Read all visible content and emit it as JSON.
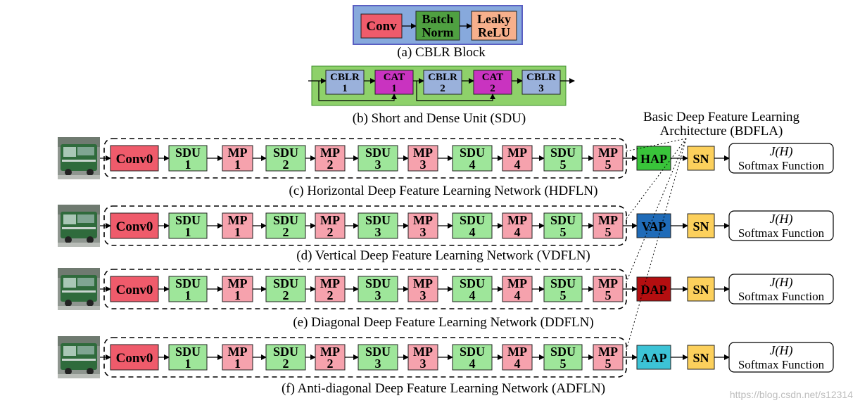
{
  "colors": {
    "conv_red": "#ef5b6b",
    "bn_green": "#4fa041",
    "relu_peach": "#f7b08c",
    "cblr_panel_bg": "#87a9dc",
    "cblr_panel_border": "#5a5fc2",
    "sdu_panel_bg": "#8ed16a",
    "cblr_blue": "#9ab1db",
    "cat_magenta": "#c933c0",
    "sdu_green": "#9ee69a",
    "mp_pink": "#f6a2ad",
    "hap_green": "#39c43a",
    "vap_blue": "#1f6bb8",
    "dap_red": "#b40e10",
    "aap_cyan": "#3cc3d6",
    "sn_yellow": "#fcd05c"
  },
  "cblr_block": {
    "conv": "Conv",
    "bn_line1": "Batch",
    "bn_line2": "Norm",
    "relu_line1": "Leaky",
    "relu_line2": "ReLU",
    "caption": "(a) CBLR Block"
  },
  "sdu_unit": {
    "blocks": [
      {
        "line1": "CBLR",
        "line2": "1",
        "kind": "cblr"
      },
      {
        "line1": "CAT",
        "line2": "1",
        "kind": "cat"
      },
      {
        "line1": "CBLR",
        "line2": "2",
        "kind": "cblr"
      },
      {
        "line1": "CAT",
        "line2": "2",
        "kind": "cat"
      },
      {
        "line1": "CBLR",
        "line2": "3",
        "kind": "cblr"
      }
    ],
    "caption": "(b) Short and Dense Unit (SDU)"
  },
  "bdfla_label": {
    "line1": "Basic Deep Feature Learning",
    "line2": "Architecture (BDFLA)"
  },
  "chain_blocks": [
    {
      "line1": "Conv0",
      "line2": "",
      "kind": "conv0"
    },
    {
      "line1": "SDU",
      "line2": "1",
      "kind": "sdu"
    },
    {
      "line1": "MP",
      "line2": "1",
      "kind": "mp"
    },
    {
      "line1": "SDU",
      "line2": "2",
      "kind": "sdu"
    },
    {
      "line1": "MP",
      "line2": "2",
      "kind": "mp"
    },
    {
      "line1": "SDU",
      "line2": "3",
      "kind": "sdu"
    },
    {
      "line1": "MP",
      "line2": "3",
      "kind": "mp"
    },
    {
      "line1": "SDU",
      "line2": "4",
      "kind": "sdu"
    },
    {
      "line1": "MP",
      "line2": "4",
      "kind": "mp"
    },
    {
      "line1": "SDU",
      "line2": "5",
      "kind": "sdu"
    },
    {
      "line1": "MP",
      "line2": "5",
      "kind": "mp"
    }
  ],
  "networks": [
    {
      "pool": "HAP",
      "pool_color": "#39c43a",
      "pool_text_color": "#000000",
      "sn": "SN",
      "j_label": "J(H)",
      "softmax": "Softmax Function",
      "caption": "(c) Horizontal Deep Feature Learning Network (HDFLN)"
    },
    {
      "pool": "VAP",
      "pool_color": "#1f6bb8",
      "pool_text_color": "#000000",
      "sn": "SN",
      "j_label": "J(H)",
      "softmax": "Softmax Function",
      "caption": "(d) Vertical Deep Feature Learning Network (VDFLN)"
    },
    {
      "pool": "DAP",
      "pool_color": "#b40e10",
      "pool_text_color": "#000000",
      "sn": "SN",
      "j_label": "J(H)",
      "softmax": "Softmax Function",
      "caption": "(e) Diagonal Deep Feature Learning Network (DDFLN)"
    },
    {
      "pool": "AAP",
      "pool_color": "#3cc3d6",
      "pool_text_color": "#000000",
      "sn": "SN",
      "j_label": "J(H)",
      "softmax": "Softmax Function",
      "caption": "(f) Anti-diagonal Deep Feature Learning Network (ADFLN)"
    }
  ],
  "watermark": "https://blog.csdn.net/s12314"
}
